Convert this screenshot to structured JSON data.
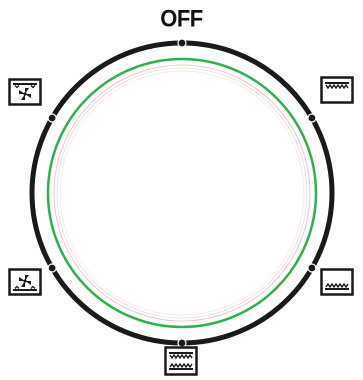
{
  "dial": {
    "off_label": "OFF",
    "positions": [
      {
        "key": "off",
        "label": "OFF",
        "angle_deg": 0
      },
      {
        "key": "top-heat",
        "icon": "top-heat-icon",
        "angle_deg": 60
      },
      {
        "key": "bottom-heat",
        "icon": "bottom-heat-icon",
        "angle_deg": 120
      },
      {
        "key": "top-bottom-heat",
        "icon": "top-bottom-heat-icon",
        "angle_deg": 180
      },
      {
        "key": "bottom-heat-fan",
        "icon": "bottom-heat-fan-icon",
        "angle_deg": 240
      },
      {
        "key": "top-heat-fan",
        "icon": "top-heat-fan-icon",
        "angle_deg": 300
      }
    ]
  },
  "colors": {
    "outer_ring": "#1a1a1a",
    "inner_ring": "#2db34a",
    "faint_rings": "#f2b8b8",
    "icon_stroke": "#1a1a1a"
  }
}
